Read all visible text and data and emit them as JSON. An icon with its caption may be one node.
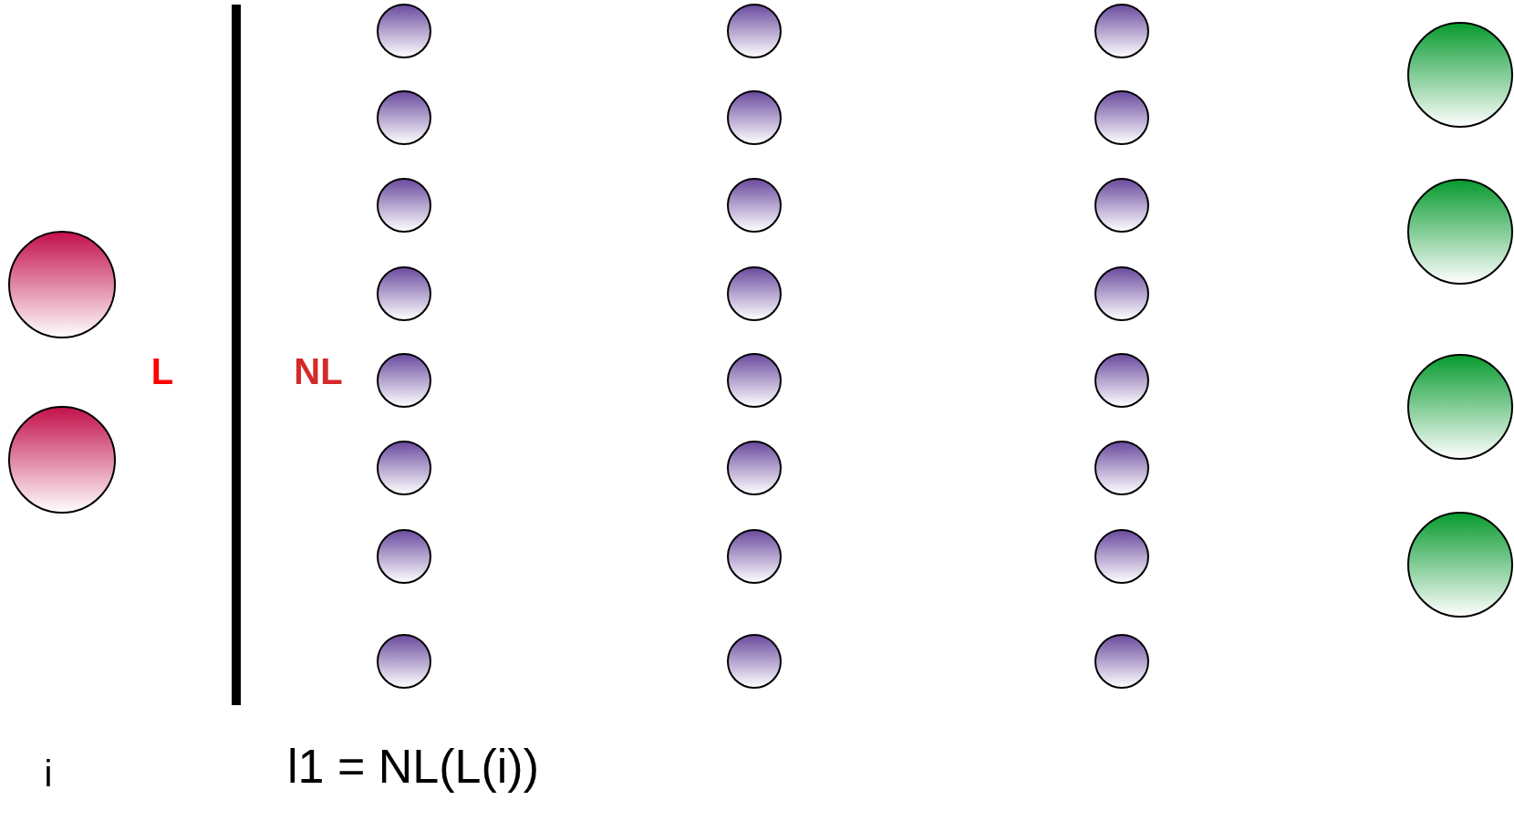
{
  "diagram": {
    "nodes": [
      {
        "text": [],
        "shape": "circle"
      },
      {
        "text": [],
        "shape": "circle"
      },
      {
        "text": [],
        "shape": "circle"
      },
      {
        "text": [],
        "shape": "circle"
      },
      {
        "text": [],
        "shape": "circle"
      },
      {
        "text": [],
        "shape": "circle"
      },
      {
        "text": [],
        "shape": "circle"
      },
      {
        "text": [],
        "shape": "circle"
      },
      {
        "text": [],
        "shape": "circle"
      },
      {
        "text": [],
        "shape": "circle"
      },
      {
        "text": [],
        "shape": "circle"
      },
      {
        "text": [],
        "shape": "circle"
      },
      {
        "text": [],
        "shape": "circle"
      },
      {
        "text": [],
        "shape": "circle"
      },
      {
        "text": [],
        "shape": "circle"
      },
      {
        "text": [],
        "shape": "circle"
      },
      {
        "text": [],
        "shape": "circle"
      },
      {
        "text": [],
        "shape": "circle"
      },
      {
        "text": [],
        "shape": "circle"
      },
      {
        "text": [],
        "shape": "circle"
      },
      {
        "text": [],
        "shape": "circle"
      },
      {
        "text": [],
        "shape": "circle"
      },
      {
        "text": [],
        "shape": "circle"
      },
      {
        "text": [],
        "shape": "circle"
      },
      {
        "text": [],
        "shape": "circle"
      },
      {
        "text": [],
        "shape": "circle"
      },
      {
        "text": [],
        "shape": "circle"
      },
      {
        "text": [],
        "shape": "circle"
      },
      {
        "text": [],
        "shape": "circle"
      },
      {
        "text": [],
        "shape": "circle"
      }
    ],
    "labels": [
      "L",
      "NL",
      "i",
      "l1 = NL(L(i))"
    ]
  }
}
